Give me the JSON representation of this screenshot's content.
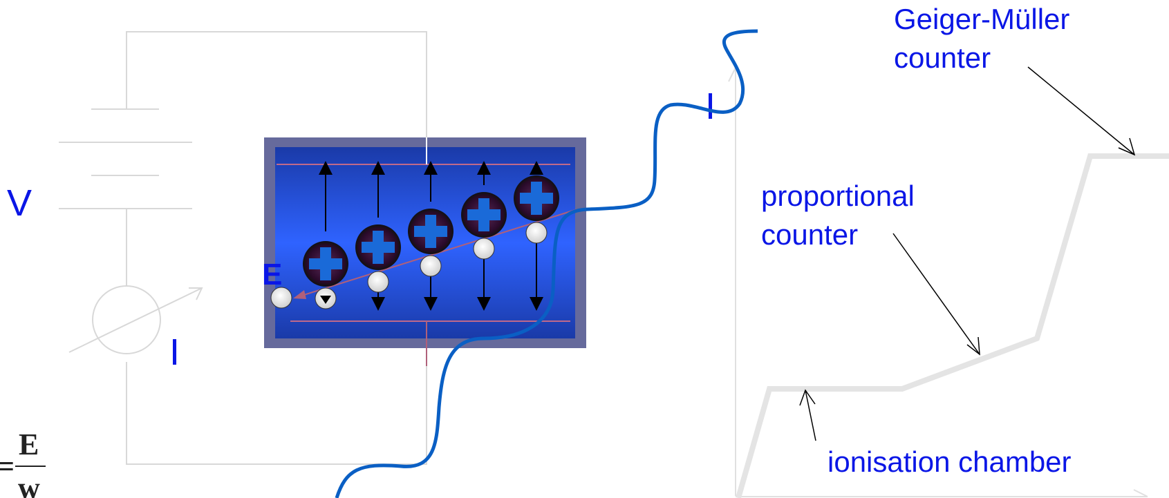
{
  "circuit": {
    "voltage_label": "V",
    "current_label": "I",
    "field_label": "E"
  },
  "graph": {
    "current_axis_label": "I",
    "regions": {
      "geiger_line1": "Geiger-Müller",
      "geiger_line2": "counter",
      "proportional_line1": "proportional",
      "proportional_line2": "counter",
      "ionisation": "ionisation chamber"
    }
  },
  "formula": {
    "numerator": "E",
    "denominator": "w",
    "equals": "="
  },
  "colors": {
    "label_blue": "#0a16e6",
    "tube_blue": "#2255ee",
    "track_blue": "#0a5fc4",
    "frame": "#666a9c"
  }
}
